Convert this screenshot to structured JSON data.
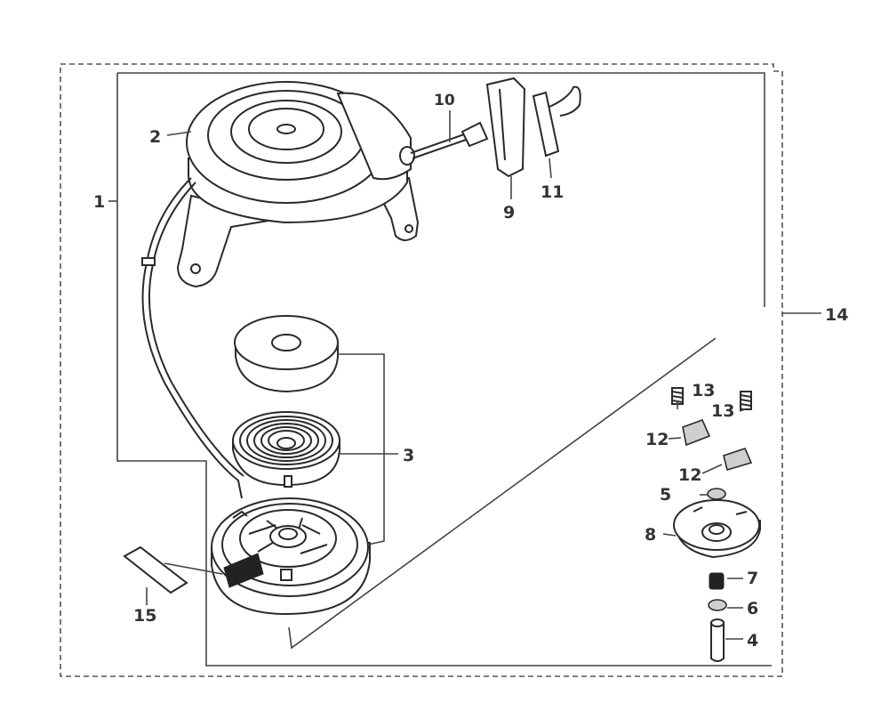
{
  "diagram": {
    "callouts": [
      {
        "id": "1",
        "text": "1"
      },
      {
        "id": "2",
        "text": "2"
      },
      {
        "id": "3",
        "text": "3"
      },
      {
        "id": "4",
        "text": "4"
      },
      {
        "id": "5",
        "text": "5"
      },
      {
        "id": "6",
        "text": "6"
      },
      {
        "id": "7",
        "text": "7"
      },
      {
        "id": "8",
        "text": "8"
      },
      {
        "id": "9",
        "text": "9"
      },
      {
        "id": "10",
        "text": "10"
      },
      {
        "id": "11",
        "text": "11"
      },
      {
        "id": "12a",
        "text": "12"
      },
      {
        "id": "12b",
        "text": "12"
      },
      {
        "id": "13a",
        "text": "13"
      },
      {
        "id": "13b",
        "text": "13"
      },
      {
        "id": "14",
        "text": "14"
      },
      {
        "id": "15",
        "text": "15"
      }
    ]
  }
}
